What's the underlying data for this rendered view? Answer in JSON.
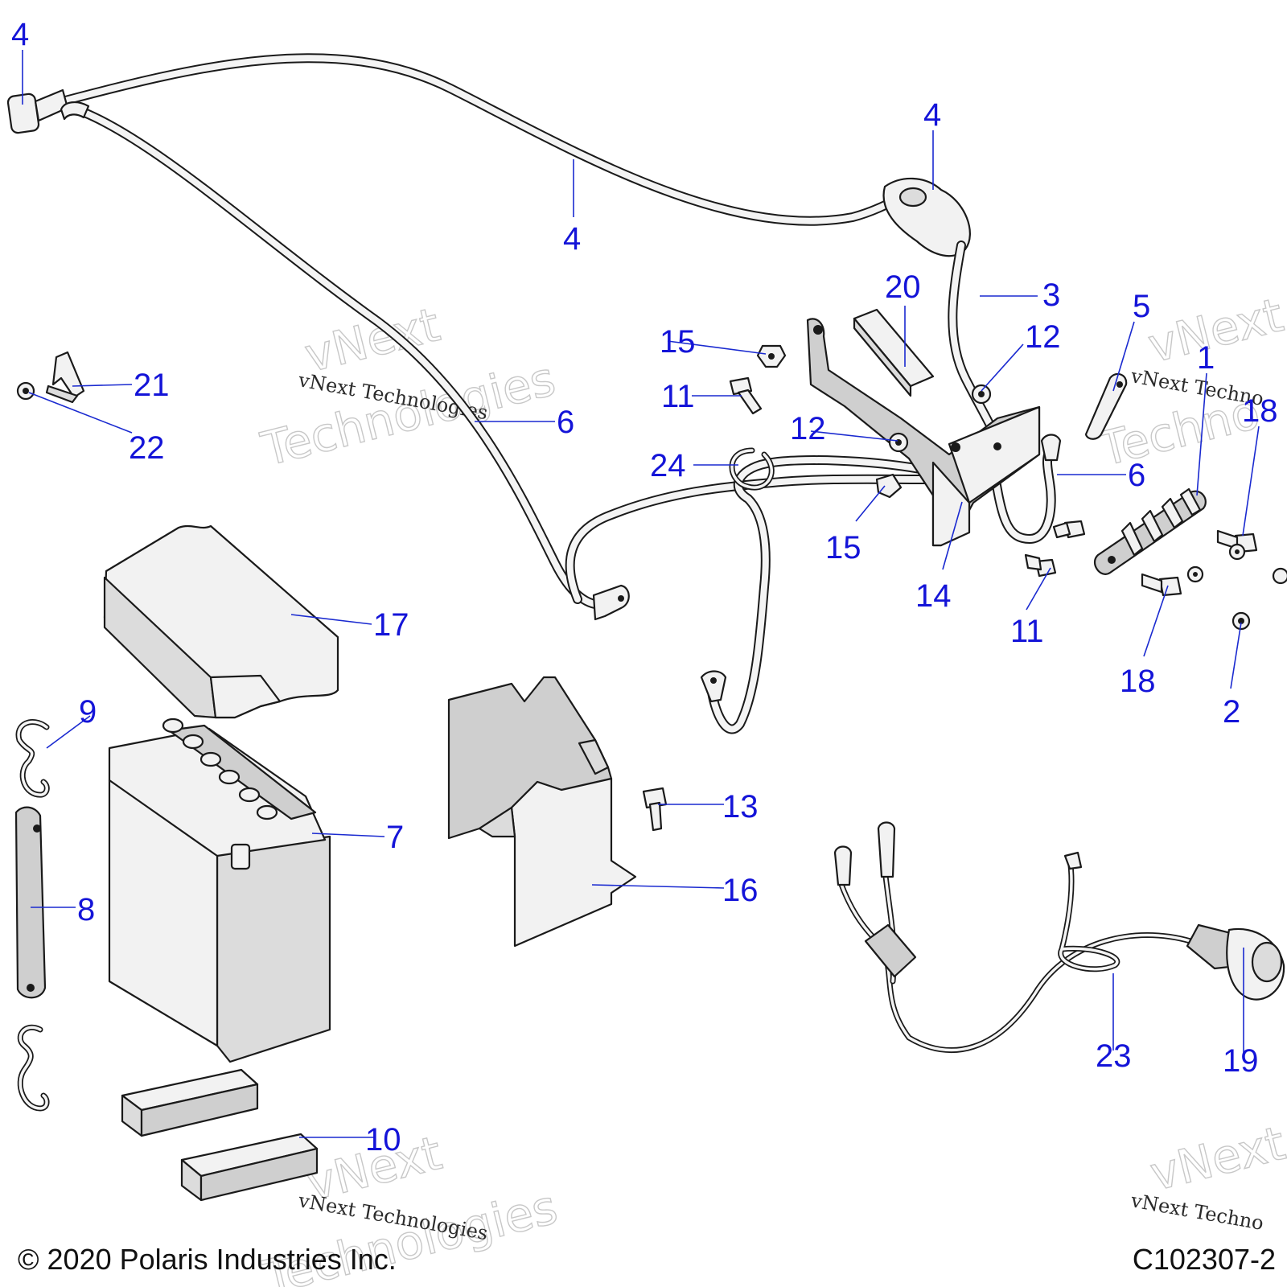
{
  "callouts": {
    "c1": "1",
    "c2": "2",
    "c3": "3",
    "c4a": "4",
    "c4b": "4",
    "c4c": "4",
    "c5": "5",
    "c6a": "6",
    "c6b": "6",
    "c7": "7",
    "c8": "8",
    "c9": "9",
    "c10": "10",
    "c11a": "11",
    "c11b": "11",
    "c12a": "12",
    "c12b": "12",
    "c13": "13",
    "c14": "14",
    "c15a": "15",
    "c15b": "15",
    "c16": "16",
    "c17": "17",
    "c18a": "18",
    "c18b": "18",
    "c19": "19",
    "c20": "20",
    "c21": "21",
    "c22": "22",
    "c23": "23",
    "c24": "24"
  },
  "watermark": {
    "big_line1": "vNext",
    "big_line2": "Technologies",
    "small": "vNext Technologies",
    "small_cut1": "vNext Techno",
    "small_cut2": "vNext Techno",
    "big_cut1": "vNext",
    "big_cut2": "Techno"
  },
  "footer": {
    "copyright": "© 2020 Polaris Industries Inc.",
    "diagram_id": "C102307-2"
  },
  "colors": {
    "callout": "#1414d8",
    "leader": "#1a2ad0",
    "line_art": "#1a1a1a",
    "part_fill": "#f2f2f2"
  }
}
